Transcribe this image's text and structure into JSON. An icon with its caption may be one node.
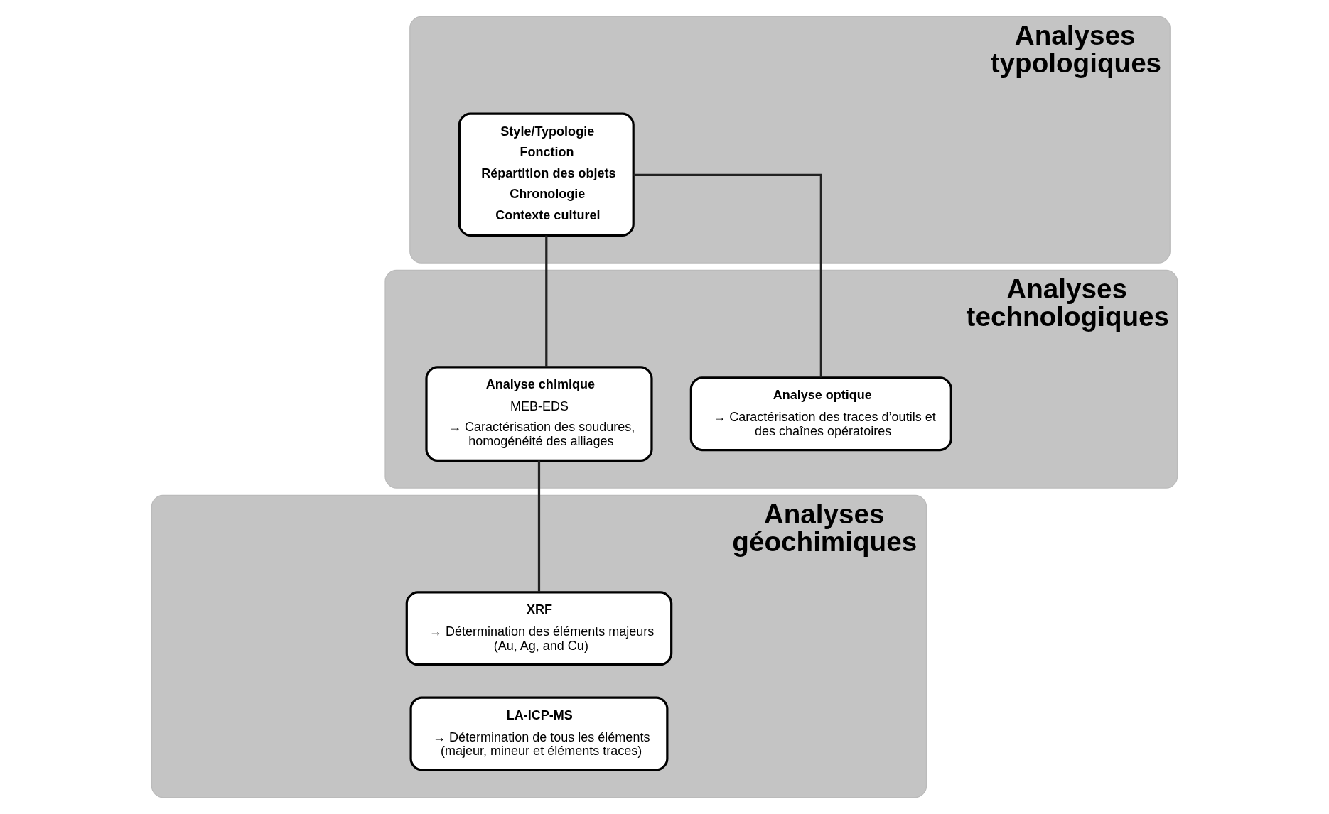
{
  "diagram": {
    "nodes": [
      {
        "text": [
          "Analyses typologiques"
        ]
      },
      {
        "text": [
          "Style/Typologie",
          "Fonction",
          "Répartition des objets",
          "Chronologie",
          "Contexte culturel"
        ],
        "in": 0
      },
      {
        "text": [
          "Analyses technologiques"
        ]
      },
      {
        "text": [
          "Analyse optique",
          "→ Caractérisation des traces d’outils et des chaînes opératoires"
        ],
        "in": 2
      },
      {
        "text": [
          "Analyse chimique",
          "MEB-EDS",
          "→ Caractérisation des soudures, homogénéité des alliages"
        ],
        "in": 2
      },
      {
        "text": [
          "Analyses géochimiques"
        ]
      },
      {
        "text": [
          "XRF",
          "→ Détermination des éléments majeurs (Au, Ag, and Cu)"
        ],
        "in": 5
      },
      {
        "text": [
          "LA-ICP-MS",
          "→ Détermination de tous les éléments (majeur, mineur et éléments traces)"
        ],
        "in": 5
      }
    ],
    "edges": [
      {
        "from": 1,
        "to": 3,
        "arrow": "none"
      },
      {
        "from": 1,
        "to": 4,
        "arrow": "none"
      },
      {
        "from": 4,
        "to": 6,
        "arrow": "none"
      }
    ]
  }
}
